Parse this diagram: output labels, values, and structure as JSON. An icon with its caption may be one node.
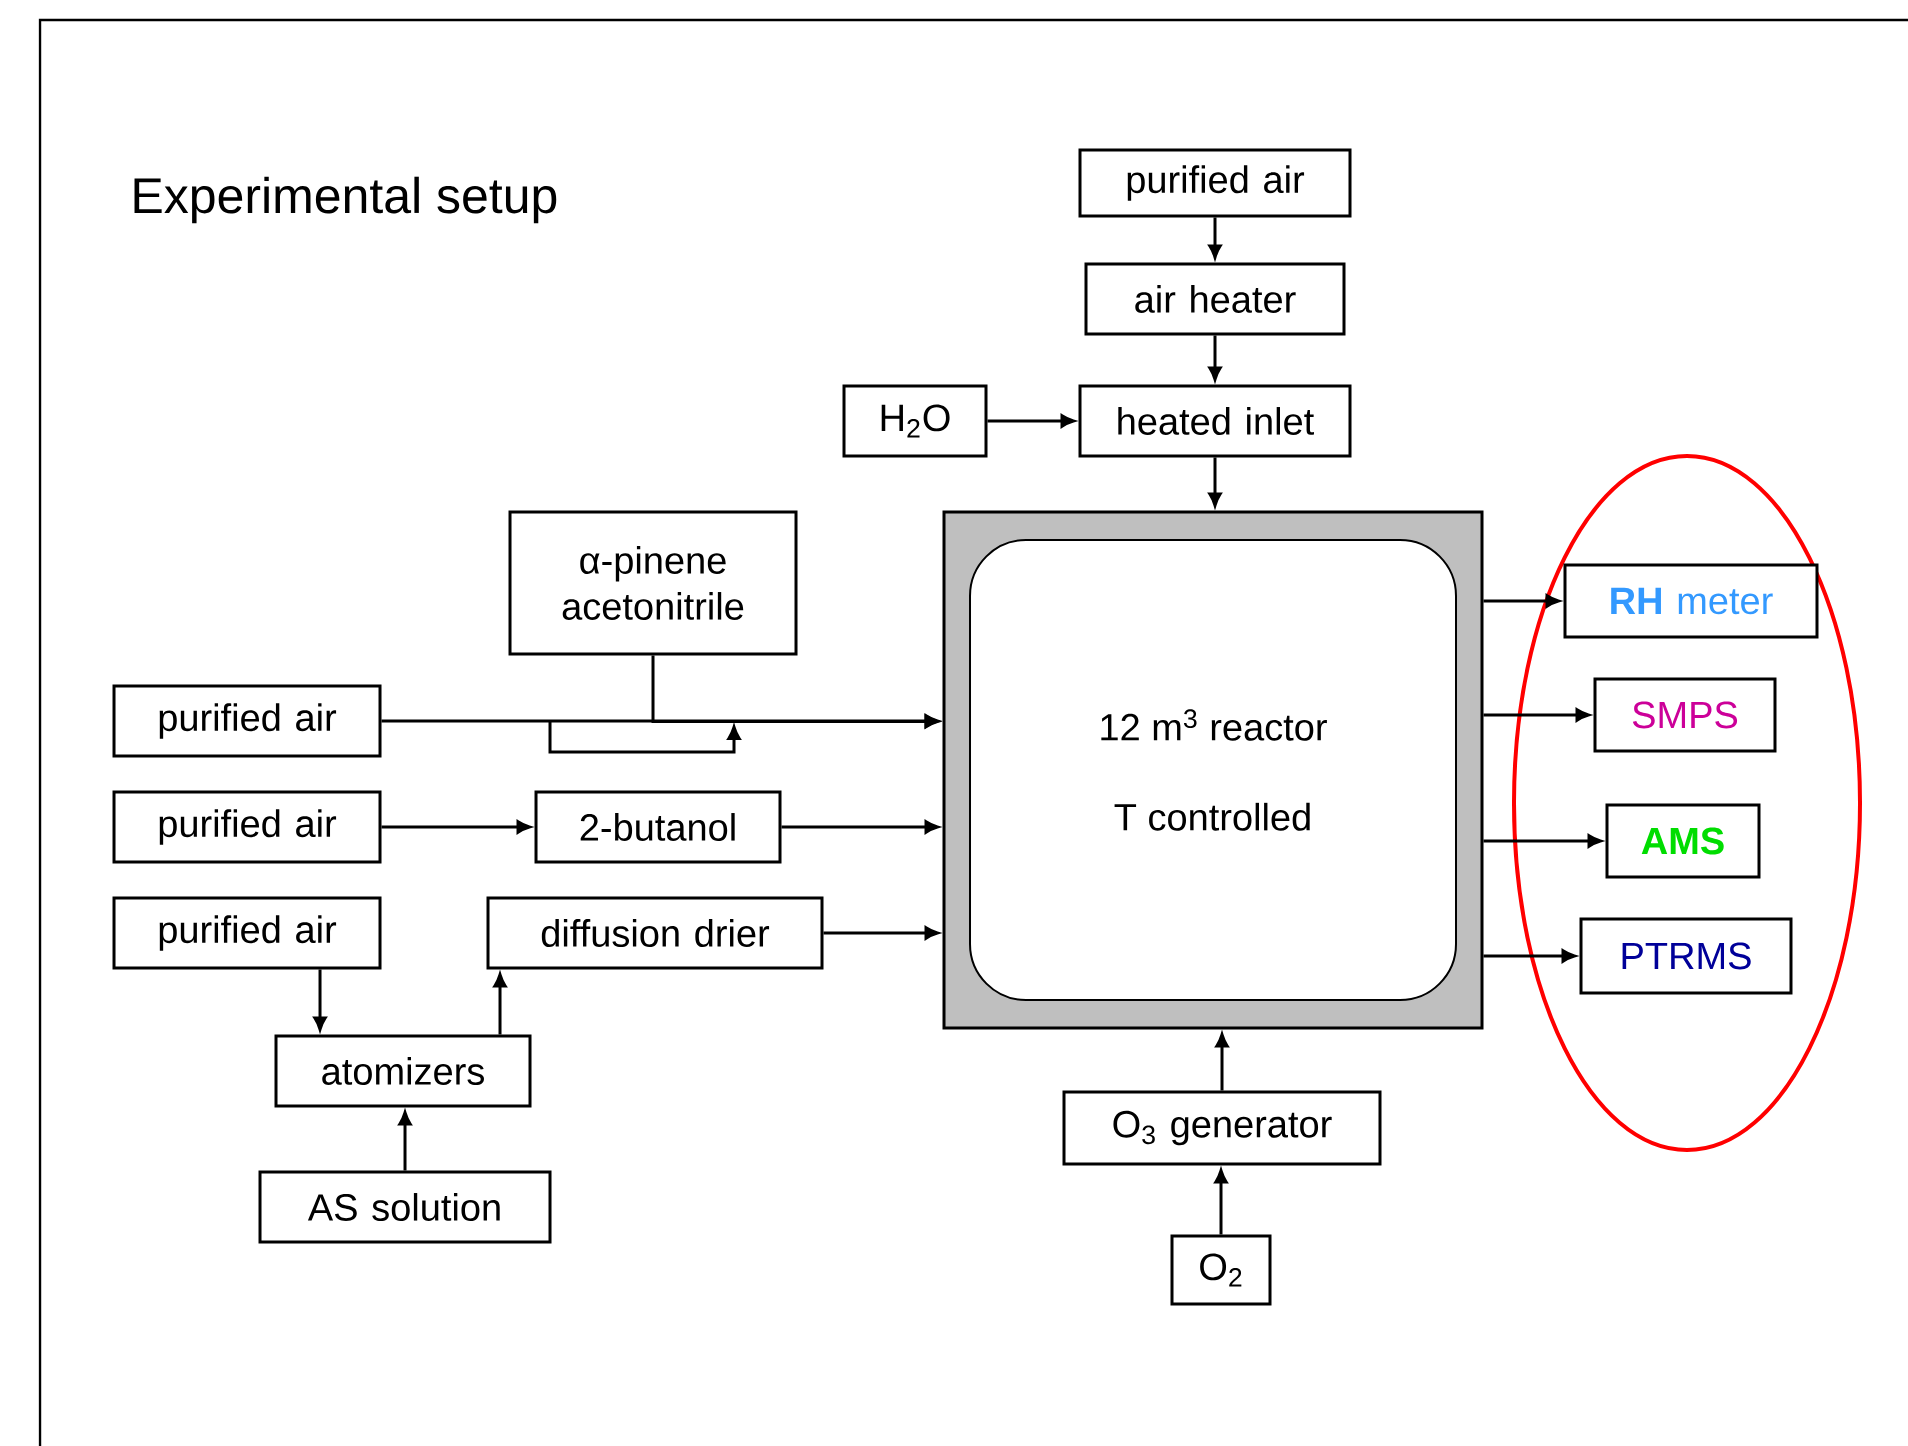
{
  "diagram": {
    "title": "Experimental setup",
    "nodes": [
      {
        "text": [
          "purified air"
        ]
      },
      {
        "text": [
          "air heater"
        ]
      },
      {
        "text": [
          "H$_{2}$O"
        ]
      },
      {
        "text": [
          "heated inlet"
        ]
      },
      {
        "text": [
          "12 m$^{3}$ reactor",
          "T controlled"
        ]
      },
      {
        "text": [
          "α-pinene acetonitrile"
        ]
      },
      {
        "text": [
          "purified air"
        ]
      },
      {
        "text": [
          "purified air"
        ]
      },
      {
        "text": [
          "2-butanol"
        ]
      },
      {
        "text": [
          "purified air"
        ]
      },
      {
        "text": [
          "diffusion drier"
        ]
      },
      {
        "text": [
          "atomizers"
        ]
      },
      {
        "text": [
          "AS solution"
        ]
      },
      {
        "text": [
          "O$_{3}$ generator"
        ]
      },
      {
        "text": [
          "O$_{2}$"
        ]
      },
      {
        "text": [],
        "shape": "ellipse"
      },
      {
        "text": [
          "**RH** meter"
        ],
        "in": 15
      },
      {
        "text": [
          "SMPS"
        ],
        "in": 15
      },
      {
        "text": [
          "AMS"
        ],
        "in": 15
      },
      {
        "text": [
          "PTRMS"
        ],
        "in": 15
      }
    ],
    "edges": [
      {
        "from": 0,
        "to": 1,
        "arrow": "to"
      },
      {
        "from": 1,
        "to": 3,
        "arrow": "to"
      },
      {
        "from": 2,
        "to": 3,
        "arrow": "to"
      },
      {
        "from": 3,
        "to": 4,
        "arrow": "to"
      },
      {
        "from": 5,
        "to": 4,
        "arrow": "to"
      },
      {
        "from": 6,
        "to": 4,
        "arrow": "to"
      },
      {
        "from": 7,
        "to": 8,
        "arrow": "to"
      },
      {
        "from": 8,
        "to": 4,
        "arrow": "to"
      },
      {
        "from": 10,
        "to": 4,
        "arrow": "to"
      },
      {
        "from": 9,
        "to": 11,
        "arrow": "to"
      },
      {
        "from": 11,
        "to": 10,
        "arrow": "to"
      },
      {
        "from": 12,
        "to": 11,
        "arrow": "to"
      },
      {
        "from": 14,
        "to": 13,
        "arrow": "to"
      },
      {
        "from": 13,
        "to": 4,
        "arrow": "to"
      },
      {
        "from": 4,
        "to": 16,
        "arrow": "to"
      },
      {
        "from": 4,
        "to": 17,
        "arrow": "to"
      },
      {
        "from": 4,
        "to": 18,
        "arrow": "to"
      },
      {
        "from": 4,
        "to": 19,
        "arrow": "to"
      }
    ]
  }
}
